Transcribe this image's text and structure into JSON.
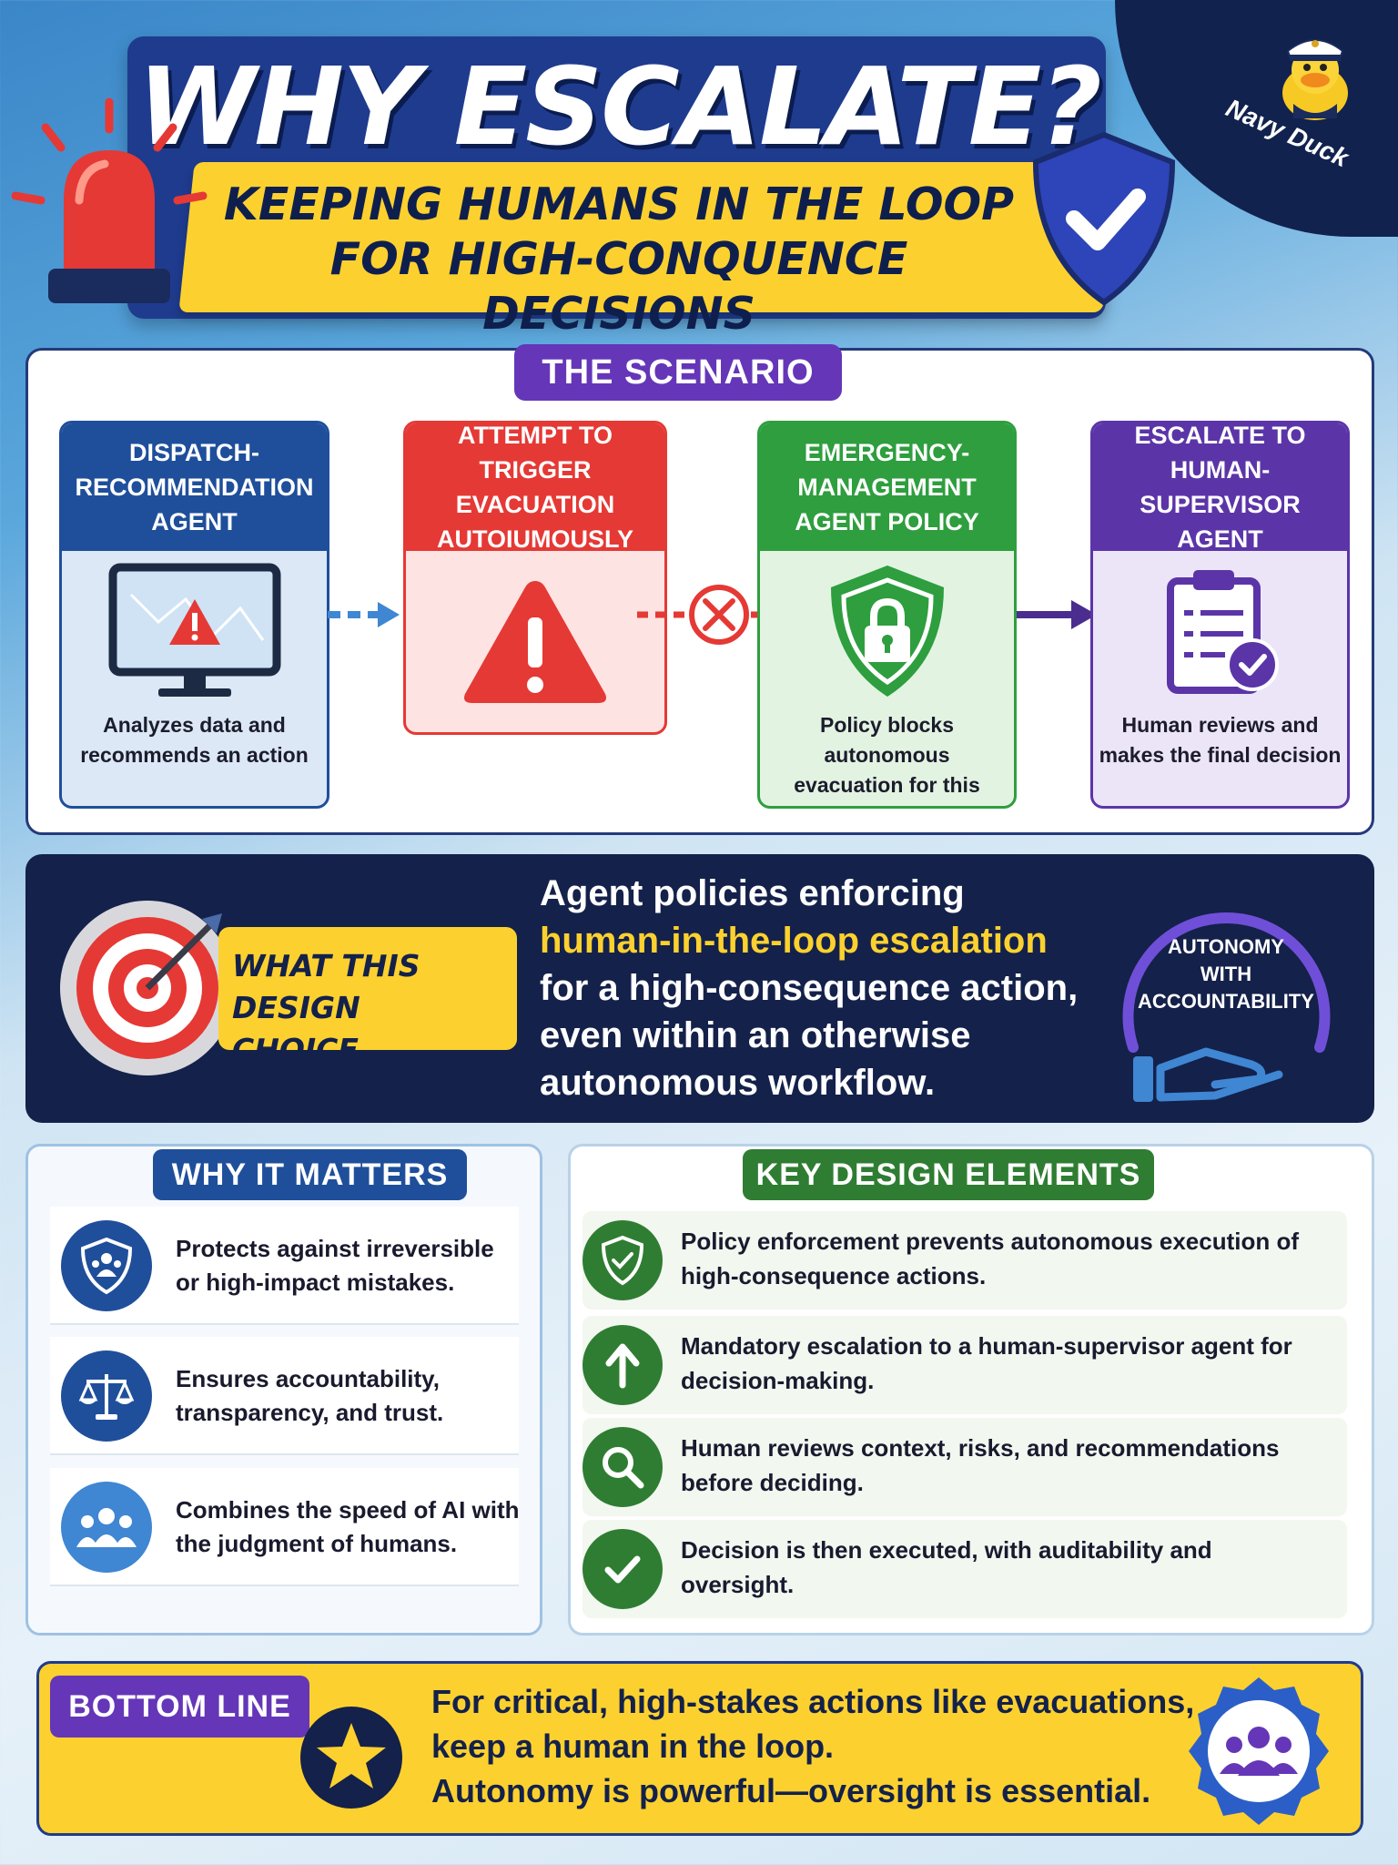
{
  "header": {
    "title": "WHY ESCALATE?",
    "subtitle": "KEEPING HUMANS IN THE LOOP FOR HIGH-CONQUENCE DECISIONS",
    "brand": "Navy Duck"
  },
  "scenario": {
    "title": "THE SCENARIO",
    "cards": [
      {
        "title": "DISPATCH-\nRECOMMENDATION\nAGENT",
        "description": "Analyzes data and\nrecommends an action",
        "color": "#1f4f9b"
      },
      {
        "title": "ATTEMPT TO\nTRIGGER EVACUATION\nAUTOIUMOUSLY",
        "description": "",
        "color": "#e53935"
      },
      {
        "title": "EMERGENCY-\nMANAGEMENT\nAGENT POLICY",
        "description": "Policy blocks autonomous\nevacuation for this\nhigh-consequence action",
        "color": "#2e9e3e"
      },
      {
        "title": "ESCALATE TO\nHUMAN-SUPERVISOR\nAGENT",
        "description": "Human reviews and\nmakes the final decision",
        "color": "#5b35a8"
      }
    ]
  },
  "design_choice": {
    "label": "WHAT THIS DESIGN\nCHOICE REFLECTS:",
    "text_before": "Agent policies enforcing",
    "text_highlight": "human-in-the-loop escalation",
    "text_after": "for a high-consequence action, even within an otherwise autonomous workflow.",
    "badge": "AUTONOMY\nWITH\nACCOUNTABILITY"
  },
  "why_it_matters": {
    "title": "WHY IT MATTERS",
    "items": [
      {
        "text": "Protects against irreversible or high-impact mistakes.",
        "icon": "shield-people-icon",
        "color": "#1f4f9b"
      },
      {
        "text": "Ensures accountability, transparency, and trust.",
        "icon": "scales-icon",
        "color": "#1f4f9b"
      },
      {
        "text": "Combines the speed of AI with the judgment of humans.",
        "icon": "people-group-icon",
        "color": "#3f86d3"
      }
    ]
  },
  "key_design_elements": {
    "title": "KEY DESIGN ELEMENTS",
    "items": [
      {
        "text": "Policy enforcement prevents autonomous execution of high-consequence actions.",
        "icon": "shield-check-icon"
      },
      {
        "text": "Mandatory escalation to a human-supervisor agent for decision-making.",
        "icon": "arrow-up-icon"
      },
      {
        "text": "Human reviews context, risks, and recommendations before deciding.",
        "icon": "magnifier-icon"
      },
      {
        "text": "Decision is then executed, with auditability and oversight.",
        "icon": "checkmark-icon"
      }
    ]
  },
  "bottom_line": {
    "title": "BOTTOM LINE",
    "line1": "For critical, high-stakes actions like evacuations,",
    "line2": "keep a human in the loop.",
    "line3": "Autonomy is powerful—oversight is essential."
  },
  "colors": {
    "navy": "#14214a",
    "yellow": "#fcd12f",
    "purple": "#6536b8",
    "green": "#2f7d32",
    "red": "#e53935"
  }
}
